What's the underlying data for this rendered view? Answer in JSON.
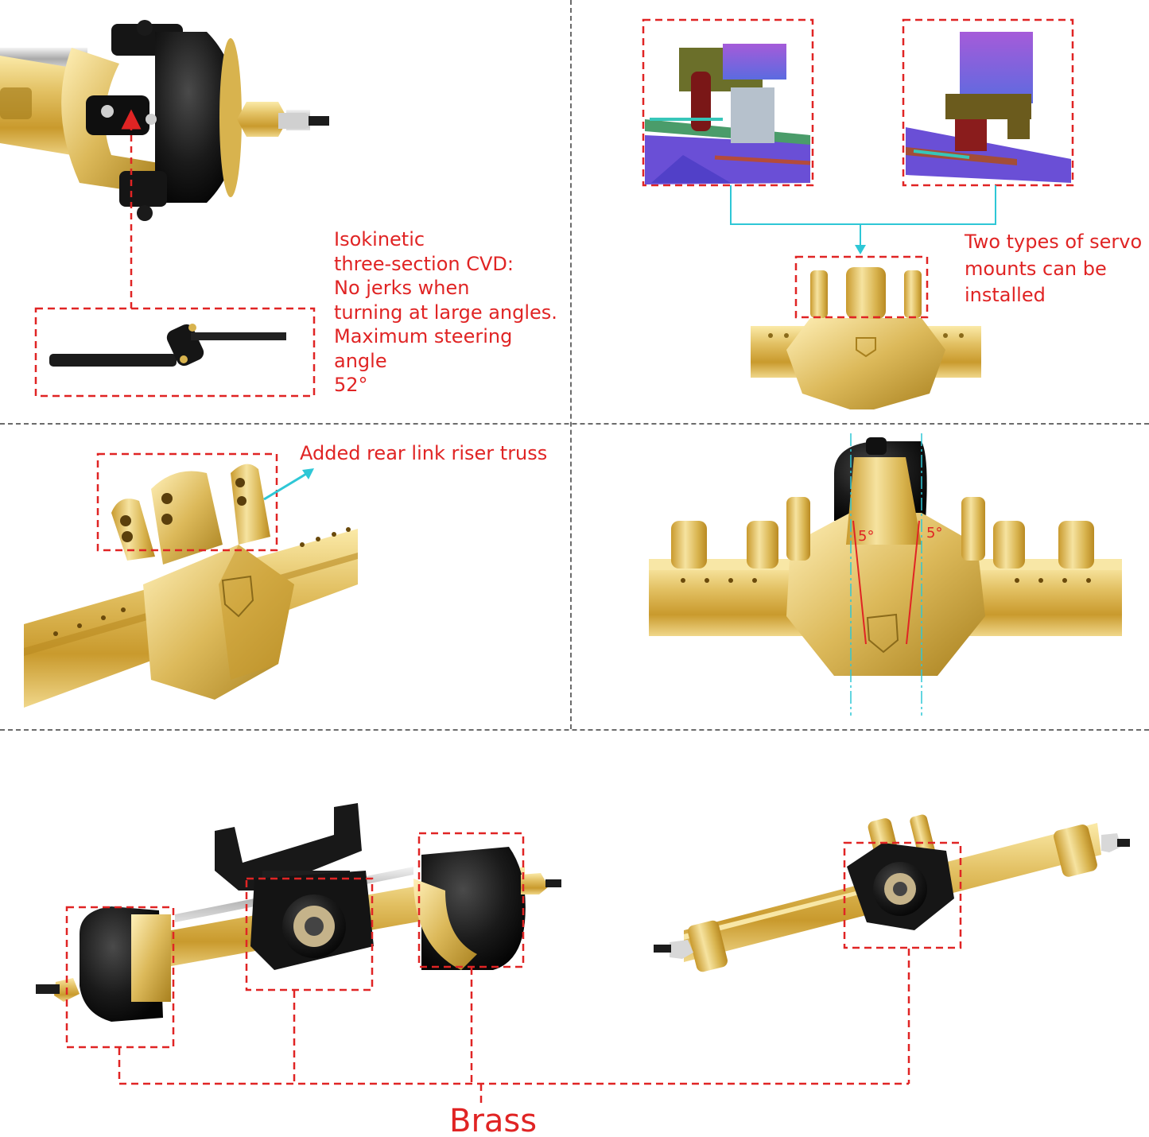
{
  "callouts": {
    "cvd": "Isokinetic\nthree-section CVD:\nNo jerks when\nturning at large angles.\nMaximum steering angle\n52°",
    "servo": "Two types of servo\nmounts can be\ninstalled",
    "riser": "Added rear link riser truss",
    "angle_left": "5°",
    "angle_right": "5°",
    "brass": "Brass"
  },
  "colors": {
    "callout_red": "#e02424",
    "brass_gold": "#d8b34e",
    "leader_cyan": "#2ec7d6",
    "divider_gray": "#6b6b6b",
    "anodized_black": "#161616"
  },
  "icons": {
    "logo_shield": "shield-logo-icon",
    "arrow_down": "arrow-down-icon",
    "arrow_up_right": "arrow-up-right-icon"
  }
}
